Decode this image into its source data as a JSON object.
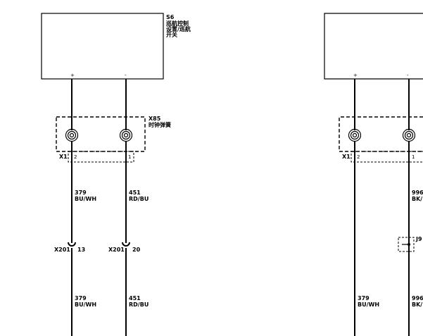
{
  "left_circuit": {
    "component": {
      "id": "S6",
      "name_line1": "巡航控制",
      "name_line2": "设置/巡航",
      "name_line3": "开关",
      "pin_plus": "+",
      "pin_minus": "-"
    },
    "clockspring": {
      "id": "X85",
      "name": "时钟弹簧",
      "connector": "X1",
      "pin_left": "2",
      "pin_right": "1"
    },
    "wire_left_upper": {
      "circuit": "379",
      "color": "BU/WH"
    },
    "wire_right_upper": {
      "circuit": "451",
      "color": "RD/BU"
    },
    "inline_left": {
      "connector": "X201",
      "pin": "13"
    },
    "inline_right": {
      "connector": "X201",
      "pin": "20"
    },
    "wire_left_lower": {
      "circuit": "379",
      "color": "BU/WH"
    },
    "wire_right_lower": {
      "circuit": "451",
      "color": "RD/BU"
    }
  },
  "right_circuit": {
    "component": {
      "pin_plus": "+",
      "pin_minus": "-"
    },
    "clockspring": {
      "connector": "X1",
      "pin_left": "2",
      "pin_right": "1"
    },
    "wire_right_upper": {
      "circuit": "996",
      "color": "BK/"
    },
    "splice": {
      "id": "J9"
    },
    "wire_left_lower": {
      "circuit": "379",
      "color": "BU/WH"
    },
    "wire_right_lower": {
      "circuit": "996",
      "color": "BK/"
    }
  }
}
